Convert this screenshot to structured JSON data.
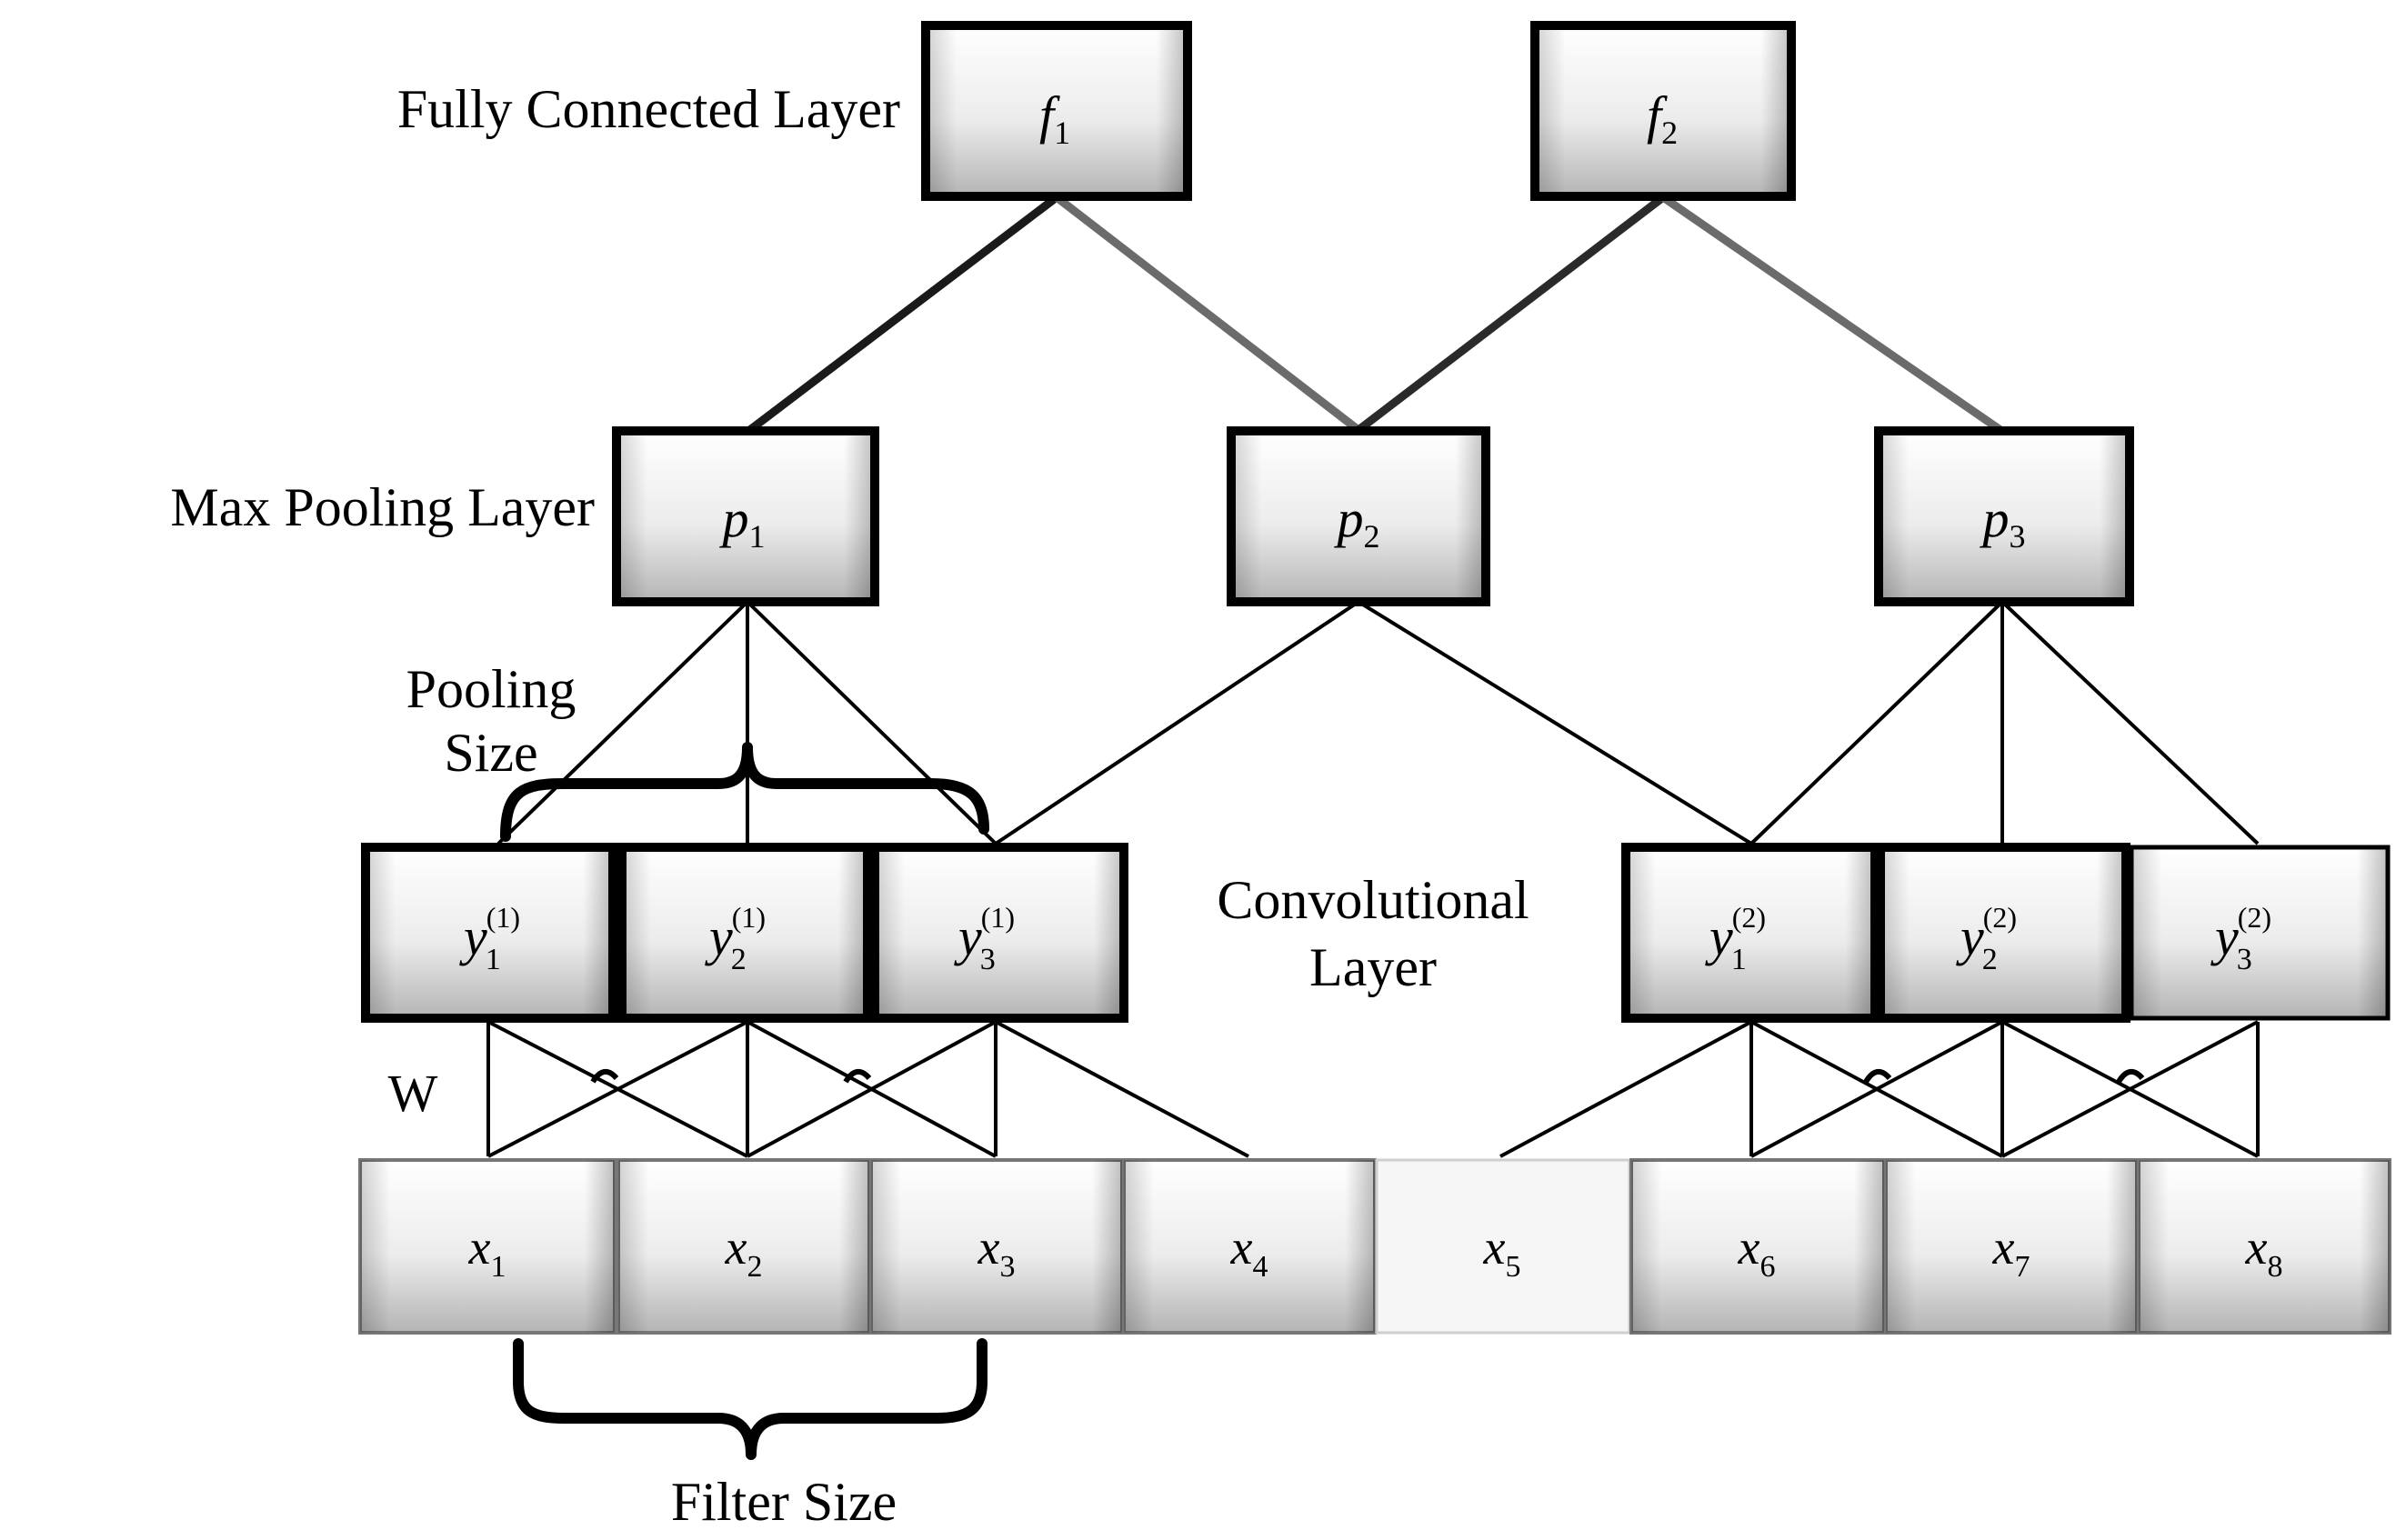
{
  "labels": {
    "fully_connected": "Fully Connected Layer",
    "max_pooling": "Max Pooling Layer",
    "pooling_size_line1": "Pooling",
    "pooling_size_line2": "Size",
    "convolutional_line1": "Convolutional",
    "convolutional_line2": "Layer",
    "weights": "W",
    "filter_size": "Filter Size"
  },
  "fully_connected_nodes": [
    {
      "var": "f",
      "sub": "1"
    },
    {
      "var": "f",
      "sub": "2"
    }
  ],
  "pooling_nodes": [
    {
      "var": "p",
      "sub": "1"
    },
    {
      "var": "p",
      "sub": "2"
    },
    {
      "var": "p",
      "sub": "3"
    }
  ],
  "conv_nodes": [
    {
      "var": "y",
      "sub": "1",
      "sup": "(1)"
    },
    {
      "var": "y",
      "sub": "2",
      "sup": "(1)"
    },
    {
      "var": "y",
      "sub": "3",
      "sup": "(1)"
    },
    {
      "var": "y",
      "sub": "1",
      "sup": "(2)"
    },
    {
      "var": "y",
      "sub": "2",
      "sup": "(2)"
    },
    {
      "var": "y",
      "sub": "3",
      "sup": "(2)"
    }
  ],
  "input_nodes": [
    {
      "var": "x",
      "sub": "1"
    },
    {
      "var": "x",
      "sub": "2"
    },
    {
      "var": "x",
      "sub": "3"
    },
    {
      "var": "x",
      "sub": "4"
    },
    {
      "var": "x",
      "sub": "5"
    },
    {
      "var": "x",
      "sub": "6"
    },
    {
      "var": "x",
      "sub": "7"
    },
    {
      "var": "x",
      "sub": "8"
    }
  ],
  "colors": {
    "box_fill_light": "#f4f4f4",
    "box_fill_dark": "#b8b8b8",
    "line": "#000000"
  }
}
